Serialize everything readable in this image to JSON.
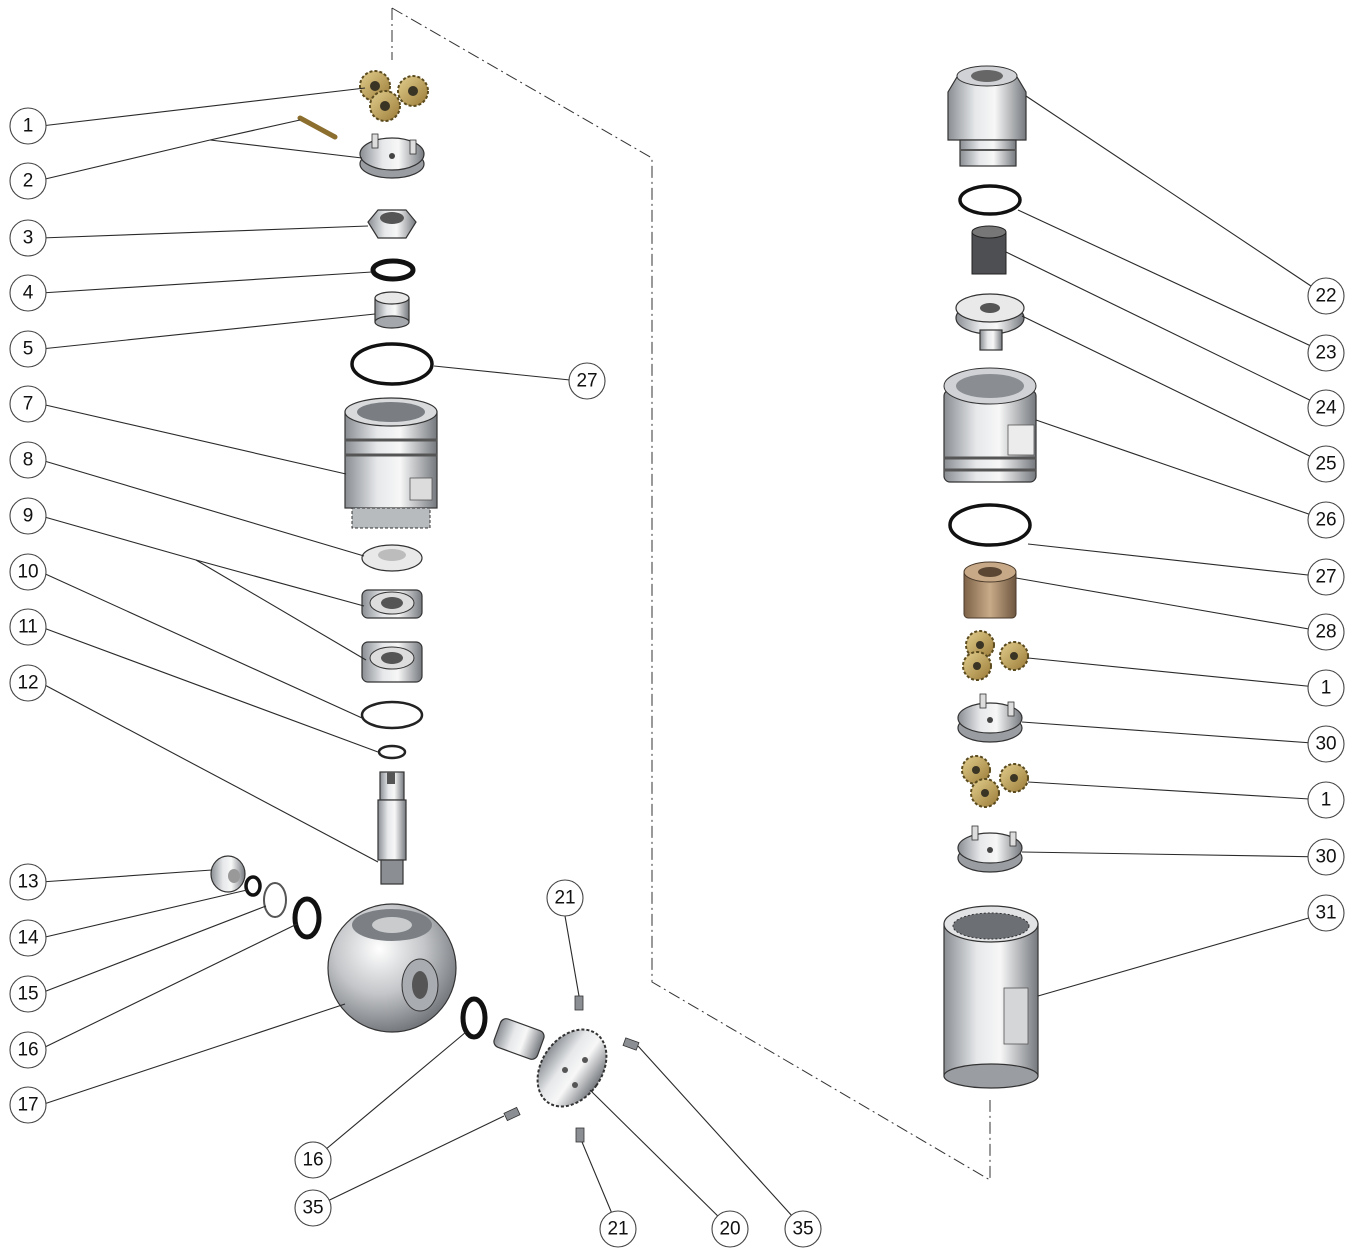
{
  "figure": {
    "colors": {
      "steel": "#c9cbcd",
      "steel_dark": "#7c8085",
      "brass": "#c8a95a",
      "bronze": "#a88a6a",
      "rubber": "#111111",
      "line": "#2a2a2a"
    }
  },
  "callouts": [
    {
      "id": "c1",
      "label": "1"
    },
    {
      "id": "c2",
      "label": "2"
    },
    {
      "id": "c3",
      "label": "3"
    },
    {
      "id": "c4",
      "label": "4"
    },
    {
      "id": "c5",
      "label": "5"
    },
    {
      "id": "c27a",
      "label": "27"
    },
    {
      "id": "c7",
      "label": "7"
    },
    {
      "id": "c8",
      "label": "8"
    },
    {
      "id": "c9",
      "label": "9"
    },
    {
      "id": "c10",
      "label": "10"
    },
    {
      "id": "c11",
      "label": "11"
    },
    {
      "id": "c12",
      "label": "12"
    },
    {
      "id": "c13",
      "label": "13"
    },
    {
      "id": "c14",
      "label": "14"
    },
    {
      "id": "c15",
      "label": "15"
    },
    {
      "id": "c16a",
      "label": "16"
    },
    {
      "id": "c17",
      "label": "17"
    },
    {
      "id": "c16b",
      "label": "16"
    },
    {
      "id": "c35a",
      "label": "35"
    },
    {
      "id": "c21a",
      "label": "21"
    },
    {
      "id": "c21b",
      "label": "21"
    },
    {
      "id": "c20",
      "label": "20"
    },
    {
      "id": "c35b",
      "label": "35"
    },
    {
      "id": "c22",
      "label": "22"
    },
    {
      "id": "c23",
      "label": "23"
    },
    {
      "id": "c24",
      "label": "24"
    },
    {
      "id": "c25",
      "label": "25"
    },
    {
      "id": "c26",
      "label": "26"
    },
    {
      "id": "c27b",
      "label": "27"
    },
    {
      "id": "c28",
      "label": "28"
    },
    {
      "id": "c1b",
      "label": "1"
    },
    {
      "id": "c30a",
      "label": "30"
    },
    {
      "id": "c1c",
      "label": "1"
    },
    {
      "id": "c30b",
      "label": "30"
    },
    {
      "id": "c31",
      "label": "31"
    }
  ]
}
